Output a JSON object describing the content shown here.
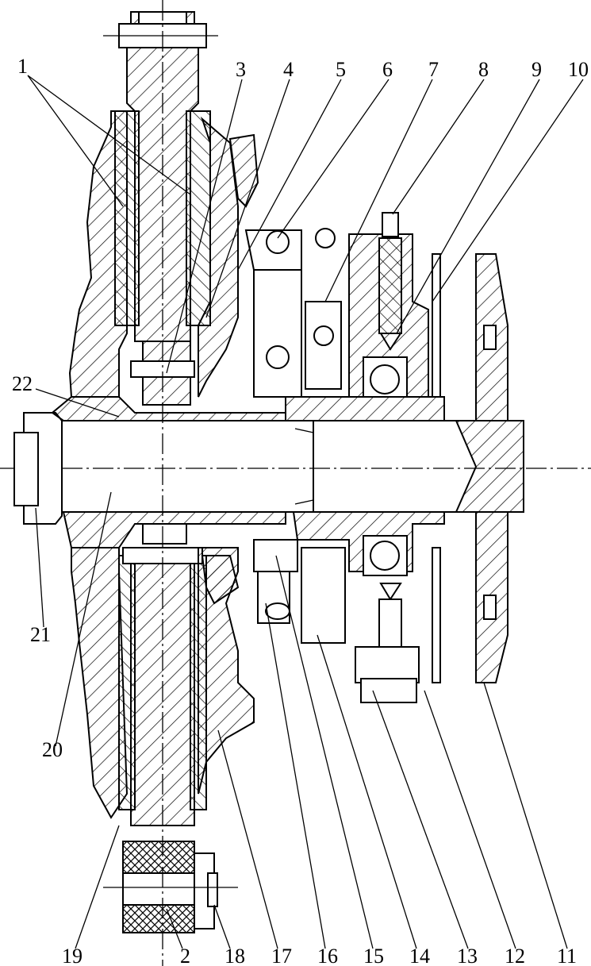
{
  "figure": {
    "type": "mechanical cross-section drawing",
    "style": "black line art with hatching on white"
  },
  "callouts": {
    "top": [
      "1",
      "3",
      "4",
      "5",
      "6",
      "7",
      "8",
      "9",
      "10"
    ],
    "left": [
      "22",
      "21",
      "20"
    ],
    "bottom": [
      "19",
      "2",
      "18",
      "17",
      "16",
      "15",
      "14",
      "13",
      "12",
      "11"
    ]
  }
}
